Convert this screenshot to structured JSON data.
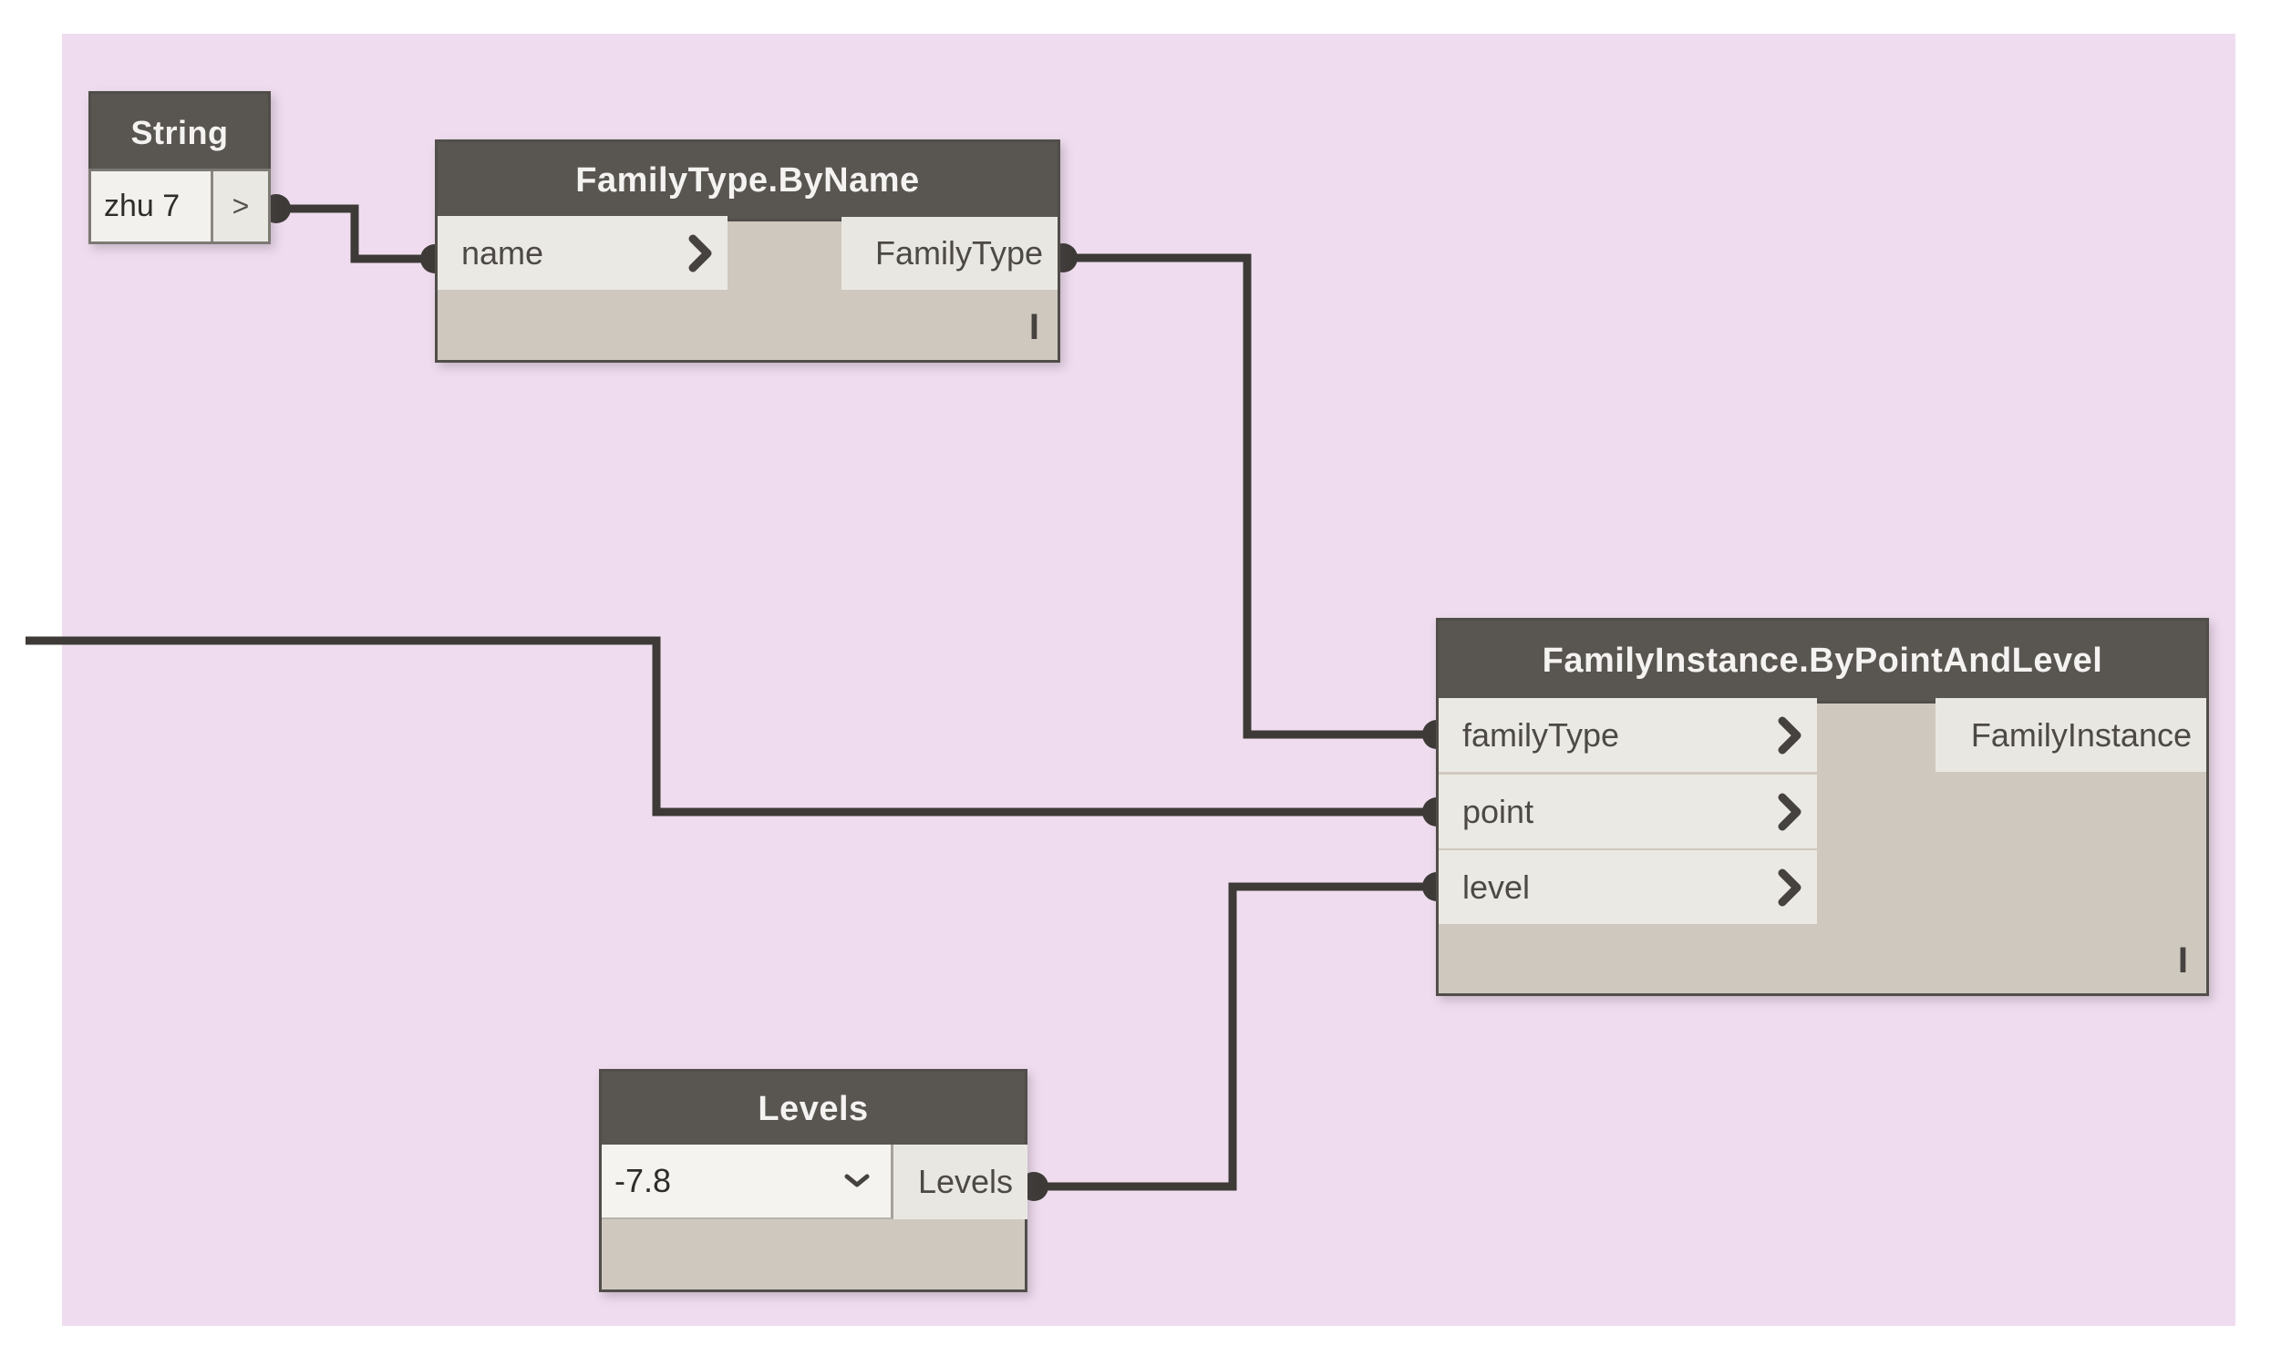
{
  "workspace": {
    "background_color": "#efddef",
    "margin_color": "#ffffff",
    "wire_color": "#3d3a37",
    "node_header_color": "#595550",
    "node_body_color": "#cfc8bf"
  },
  "nodes": {
    "string_node": {
      "title": "String",
      "value": "zhu 7",
      "output_arrow": ">"
    },
    "family_type": {
      "title": "FamilyType.ByName",
      "inputs": [
        {
          "label": "name"
        }
      ],
      "outputs": [
        {
          "label": "FamilyType"
        }
      ],
      "lacing": "I"
    },
    "family_instance": {
      "title": "FamilyInstance.ByPointAndLevel",
      "inputs": [
        {
          "label": "familyType"
        },
        {
          "label": "point"
        },
        {
          "label": "level"
        }
      ],
      "outputs": [
        {
          "label": "FamilyInstance"
        }
      ],
      "lacing": "I"
    },
    "levels": {
      "title": "Levels",
      "selected_value": "-7.8",
      "outputs": [
        {
          "label": "Levels"
        }
      ]
    }
  },
  "icons": {
    "default_value_chevron": "chevron-right",
    "dropdown_caret": "chevron-down"
  }
}
